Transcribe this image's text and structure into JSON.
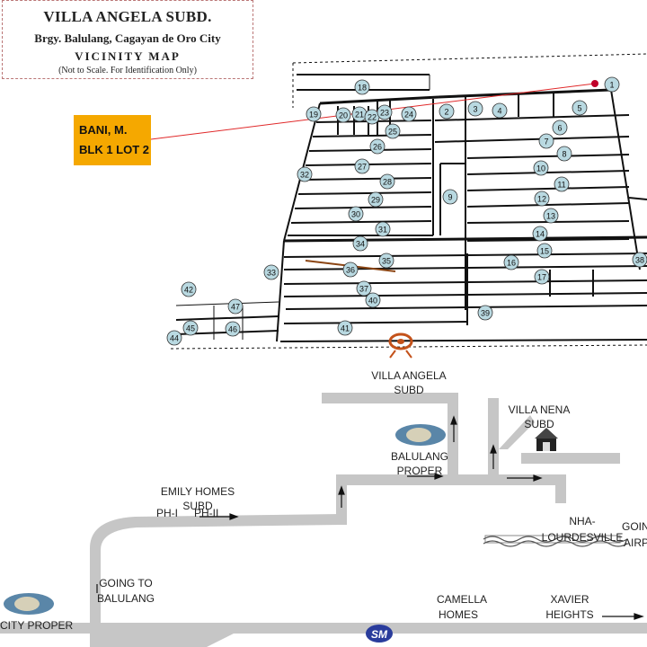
{
  "header": {
    "title": "VILLA ANGELA SUBD.",
    "address": "Brgy. Balulang, Cagayan de Oro City",
    "map_title": "VICINITY MAP",
    "note": "(Not to Scale. For Identification Only)"
  },
  "owner": {
    "name": "BANI, M.",
    "lot": "BLK 1 LOT 2"
  },
  "lot_numbers": [
    "1",
    "2",
    "3",
    "4",
    "5",
    "6",
    "7",
    "8",
    "9",
    "10",
    "11",
    "12",
    "13",
    "14",
    "15",
    "16",
    "17",
    "18",
    "19",
    "20",
    "21",
    "22",
    "23",
    "24",
    "25",
    "26",
    "27",
    "28",
    "29",
    "30",
    "31",
    "32",
    "33",
    "34",
    "35",
    "36",
    "37",
    "38",
    "39",
    "40",
    "41",
    "42",
    "44",
    "45",
    "46",
    "47"
  ],
  "places": {
    "villa_angela_1": "VILLA ANGELA",
    "villa_angela_2": "SUBD",
    "villa_nena_1": "VILLA NENA",
    "villa_nena_2": "SUBD",
    "balulang_proper_1": "BALULANG",
    "balulang_proper_2": "PROPER",
    "emily_homes_1": "EMILY HOMES",
    "emily_homes_2": "SUBD",
    "ph1": "PH-I",
    "ph2": "PH-II",
    "nha_1": "NHA-",
    "nha_2": "LOURDESVILLE",
    "going_to_airport_1": "GOIN",
    "going_to_airport_2": "AIRP",
    "going_to_balulang_1": "GOING TO",
    "going_to_balulang_2": "BALULANG",
    "city_proper": "CITY PROPER",
    "camella_1": "CAMELLA",
    "camella_2": "HOMES",
    "xavier_1": "XAVIER",
    "xavier_2": "HEIGHTS",
    "sm_logo": "SM"
  },
  "colors": {
    "road": "#c6c6c6",
    "lot_fill": "#b9d9e1",
    "owner_box": "#f5a800",
    "pointer": "#e0292a"
  }
}
